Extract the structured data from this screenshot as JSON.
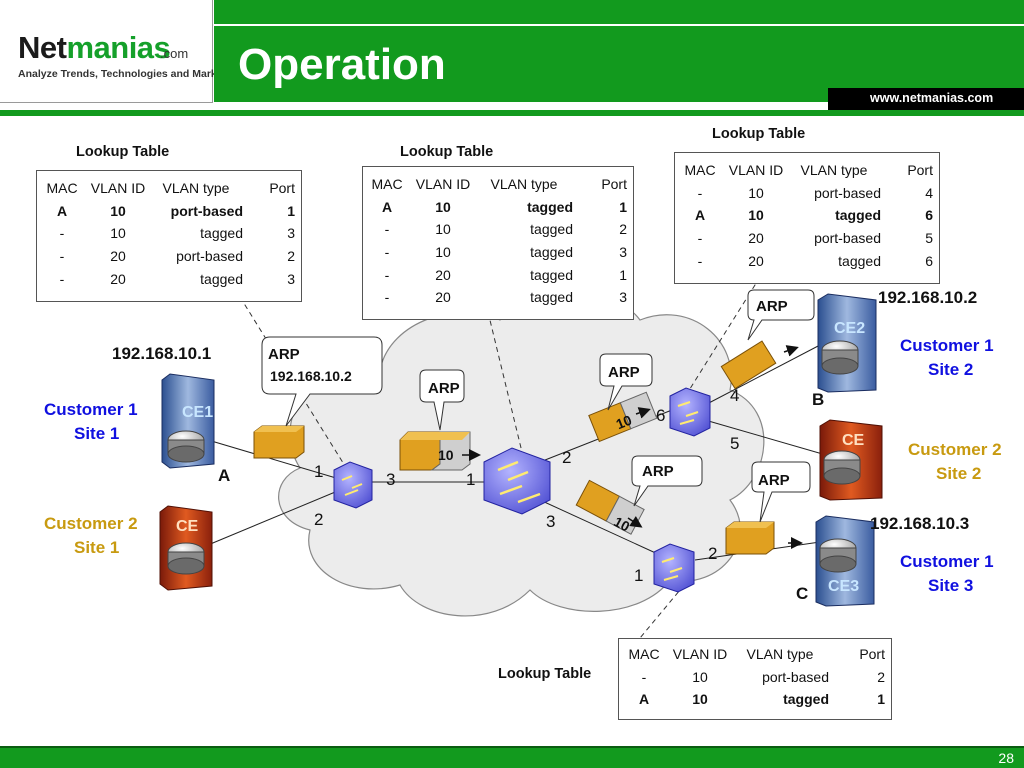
{
  "header": {
    "title": "Operation",
    "url": "www.netmanias.com",
    "logo": {
      "main_part1": "Net",
      "main_part2": "manias",
      "suffix": ".com",
      "tagline": "Analyze Trends, Technologies and Market"
    }
  },
  "footer": {
    "page_number": "28"
  },
  "tables": [
    {
      "title": "Lookup Table",
      "headers": [
        "MAC",
        "VLAN ID",
        "VLAN type",
        "Port"
      ],
      "rows": [
        [
          "A",
          "10",
          "port-based",
          "1"
        ],
        [
          "-",
          "10",
          "tagged",
          "3"
        ],
        [
          "-",
          "20",
          "port-based",
          "2"
        ],
        [
          "-",
          "20",
          "tagged",
          "3"
        ]
      ]
    },
    {
      "title": "Lookup Table",
      "headers": [
        "MAC",
        "VLAN ID",
        "VLAN type",
        "Port"
      ],
      "rows": [
        [
          "A",
          "10",
          "tagged",
          "1"
        ],
        [
          "-",
          "10",
          "tagged",
          "2"
        ],
        [
          "-",
          "10",
          "tagged",
          "3"
        ],
        [
          "-",
          "20",
          "tagged",
          "1"
        ],
        [
          "-",
          "20",
          "tagged",
          "3"
        ]
      ]
    },
    {
      "title": "Lookup Table",
      "headers": [
        "MAC",
        "VLAN ID",
        "VLAN type",
        "Port"
      ],
      "rows": [
        [
          "-",
          "10",
          "port-based",
          "4"
        ],
        [
          "A",
          "10",
          "tagged",
          "6"
        ],
        [
          "-",
          "20",
          "port-based",
          "5"
        ],
        [
          "-",
          "20",
          "tagged",
          "6"
        ]
      ]
    },
    {
      "title": "Lookup Table",
      "headers": [
        "MAC",
        "VLAN ID",
        "VLAN type",
        "Port"
      ],
      "rows": [
        [
          "-",
          "10",
          "port-based",
          "2"
        ],
        [
          "A",
          "10",
          "tagged",
          "1"
        ]
      ]
    }
  ],
  "sites": {
    "c1s1": {
      "line1": "Customer 1",
      "line2": "Site 1",
      "ip": "192.168.10.1",
      "ce": "CE1",
      "host": "A"
    },
    "c2s1": {
      "line1": "Customer 2",
      "line2": "Site 1",
      "ce": "CE"
    },
    "c1s2": {
      "line1": "Customer 1",
      "line2": "Site 2",
      "ip": "192.168.10.2",
      "ce": "CE2",
      "host": "B"
    },
    "c2s2": {
      "line1": "Customer 2",
      "line2": "Site 2",
      "ce": "CE"
    },
    "c1s3": {
      "line1": "Customer 1",
      "line2": "Site 3",
      "ip": "192.168.10.3",
      "ce": "CE3",
      "host": "C"
    }
  },
  "frames": {
    "arp": "ARP",
    "arp_target": "192.168.10.2",
    "vlan_tag": "10"
  },
  "ports": {
    "sw_left": [
      "1",
      "2",
      "3"
    ],
    "sw_core": [
      "1",
      "2",
      "3"
    ],
    "sw_top": [
      "4",
      "5",
      "6"
    ],
    "sw_bottom": [
      "1",
      "2"
    ]
  },
  "colors": {
    "brand_green": "#129a1e",
    "customer1": "#1010e0",
    "customer2": "#c89a10",
    "frame": "#e0a020"
  }
}
